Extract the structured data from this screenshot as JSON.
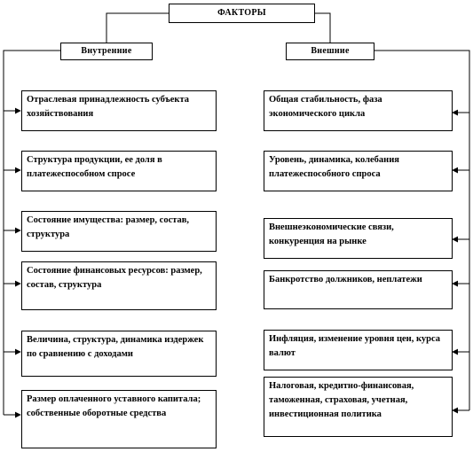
{
  "diagram": {
    "root": "ФАКТОРЫ",
    "internal": {
      "title": "Внутренние",
      "items": [
        "Отраслевая принадлежность субъекта хозяйствования",
        "Структура продукции, ее доля в платежеспособном спросе",
        "Состояние имущества: размер, состав, структура",
        "Состояние финансовых ресурсов: размер, состав, структура",
        "Величина, структура, динамика издержек по сравнению с доходами",
        "Размер оплаченного уставного капитала; собственные оборотные средства"
      ]
    },
    "external": {
      "title": "Внешние",
      "items": [
        "Общая стабильность, фаза экономического цикла",
        "Уровень, динамика, колебания платежеспособного спроса",
        "Внешнеэкономические связи, конкуренция на рынке",
        "Банкротство должников, неплатежи",
        "Инфляция, изменение уровня цен, курса валют",
        "Налоговая, кредитно-финансовая, таможенная, страховая, учетная, инвестиционная политика"
      ]
    }
  }
}
